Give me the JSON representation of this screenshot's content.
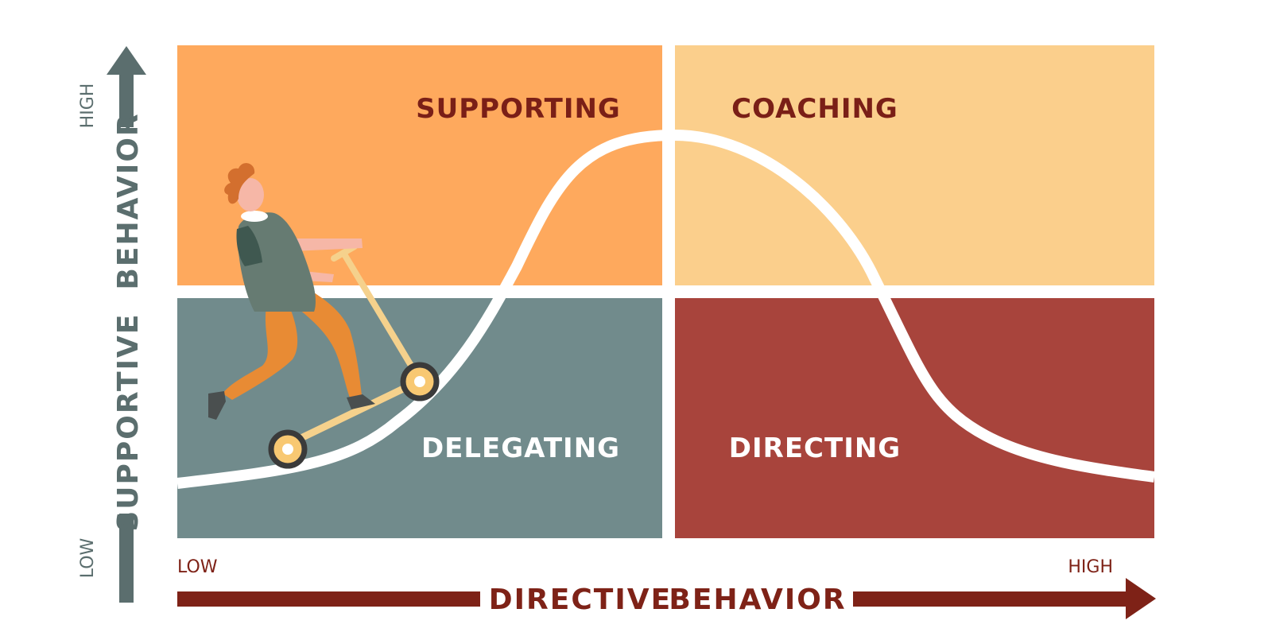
{
  "quadrants": {
    "supporting": {
      "label": "SUPPORTING",
      "fill": "#FEA95D",
      "text_color": "#7A1F17"
    },
    "coaching": {
      "label": "COACHING",
      "fill": "#FBCF8C",
      "text_color": "#7A1F17"
    },
    "delegating": {
      "label": "DELEGATING",
      "fill": "#718B8C",
      "text_color": "#FFFFFF"
    },
    "directing": {
      "label": "DIRECTING",
      "fill": "#A8443C",
      "text_color": "#FFFFFF"
    }
  },
  "x_axis": {
    "title_part1": "DIRECTIVE",
    "title_part2": "BEHAVIOR",
    "low": "LOW",
    "high": "HIGH",
    "color": "#7E2217"
  },
  "y_axis": {
    "title": "SUPPORTIVE  BEHAVIOR",
    "low": "LOW",
    "high": "HIGH",
    "color": "#5B6E6E"
  },
  "curve_color": "#FFFFFF"
}
